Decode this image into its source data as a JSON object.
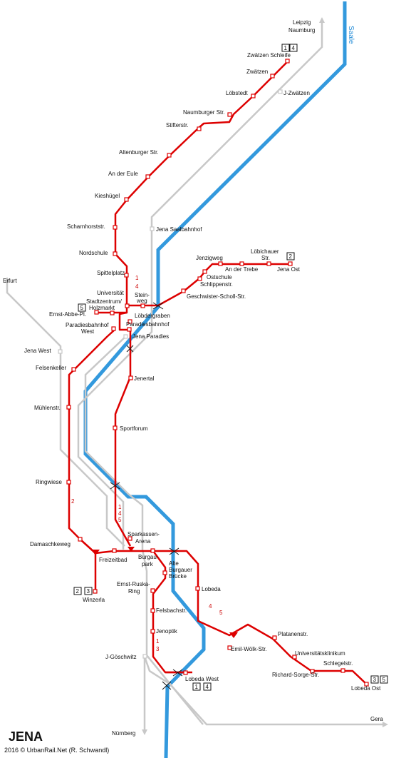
{
  "title": "JENA",
  "credit": "2016 © UrbanRail.Net (R. Schwandl)",
  "river": "Saale",
  "colors": {
    "tram": "#dd0000",
    "rail": "#c8c8c8",
    "river": "#3399dd"
  },
  "rail_labels": {
    "leipzig": "Leipzig",
    "naumburg": "Naumburg",
    "erfurt": "Erfurt",
    "nuernberg": "Nürnberg",
    "gera": "Gera"
  },
  "rail_stations": {
    "j_zwaetzen": "J-Zwätzen",
    "jena_saalbahnhof": "Jena Saalbahnhof",
    "jena_west": "Jena West",
    "jena_paradies": "Jena Paradies",
    "j_goeschwitz": "J-Göschwitz"
  },
  "stops": {
    "zwaetzen_schleife": "Zwätzen Schleife",
    "zwaetzen": "Zwätzen",
    "loebstedt": "Löbstedt",
    "naumburger_str": "Naumburger Str.",
    "stifterstr": "Stifterstr.",
    "altenburger_str": "Altenburger Str.",
    "an_der_eule": "An der Eule",
    "kieshuegel": "Kieshügel",
    "scharnhorststr": "Scharnhorststr.",
    "nordschule": "Nordschule",
    "spittelplatz": "Spittelplatz",
    "universitaet": "Universität",
    "steinweg_1": "Stein-",
    "steinweg_2": "weg",
    "stadtzentrum_1": "Stadtzentrum/",
    "stadtzentrum_2": "Holzmarkt",
    "ernst_abbe_pl": "Ernst-Abbe-Pl.",
    "loebdergraben": "Löbdergraben",
    "paradiesbahnhof": "Paradiesbahnhof",
    "paradiesbahnhof_west_1": "Paradiesbahnhof",
    "paradiesbahnhof_west_2": "West",
    "jenzigweg": "Jenzigweg",
    "loebichauer_1": "Löbichauer",
    "loebichauer_2": "Str.",
    "an_der_trebe": "An der Trebe",
    "jena_ost": "Jena Ost",
    "ostschule": "Ostschule",
    "schlippenstr": "Schlippenstr.",
    "geschwister_scholl": "Geschwister-Scholl-Str.",
    "felsenkeller": "Felsenkeller",
    "jenertal": "Jenertal",
    "muehlenstr": "Mühlenstr.",
    "sportforum": "Sportforum",
    "ringwiese": "Ringwiese",
    "sparkassen_1": "Sparkassen-",
    "sparkassen_2": "Arena",
    "damaschkeweg": "Damaschkeweg",
    "freizeitbad": "Freizeitbad",
    "burgaupark_1": "Burgau-",
    "burgaupark_2": "park",
    "alte_bruecke_1": "Alte",
    "alte_bruecke_2": "Burgauer",
    "alte_bruecke_3": "Brücke",
    "lobeda": "Lobeda",
    "ernst_ruska_1": "Ernst-Ruska-",
    "ernst_ruska_2": "Ring",
    "winzerla": "Winzerla",
    "felsbachstr": "Felsbachstr.",
    "jenoptik": "Jenoptik",
    "emil_woelk": "Emil-Wölk-Str.",
    "platanenstr": "Platanenstr.",
    "universitaetsklinikum": "Universitätsklinikum",
    "schlegelstr": "Schlegelstr.",
    "richard_sorge": "Richard-Sorge-Str.",
    "lobeda_west": "Lobeda West",
    "lobeda_ost": "Lobeda Ost"
  },
  "line_boxes": {
    "zwaetzen": [
      "1",
      "4"
    ],
    "loebichauer": [
      "2"
    ],
    "ernst_abbe": [
      "5"
    ],
    "winzerla": [
      "2",
      "3"
    ],
    "lobeda_west": [
      "1",
      "4"
    ],
    "lobeda_ost": [
      "3",
      "5"
    ]
  },
  "line_numbers": {
    "north_1": "1",
    "north_4": "4",
    "west_2": "2",
    "south_1": "1",
    "south_4": "4",
    "south_5": "5",
    "lobeda_4": "4",
    "lobeda_5": "5",
    "goesch_1": "1",
    "goesch_3": "3"
  }
}
